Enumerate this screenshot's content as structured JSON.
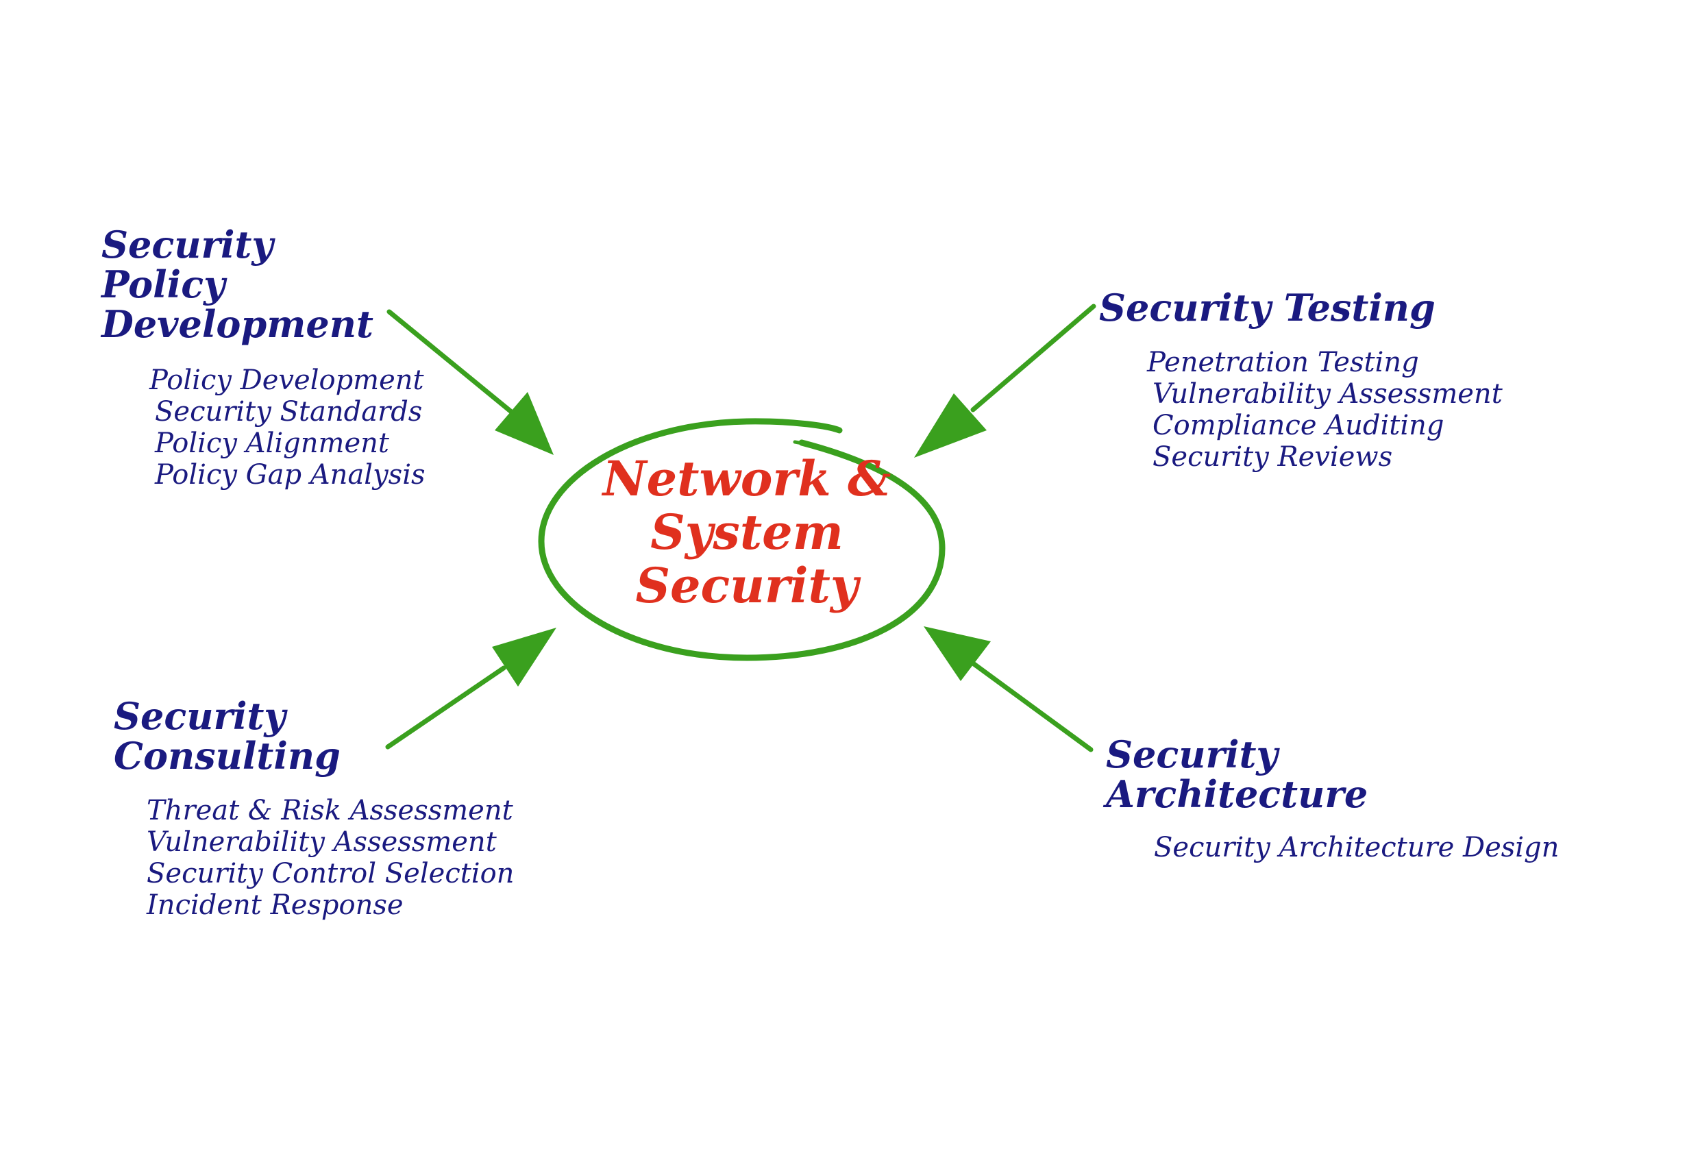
{
  "center": {
    "lines": [
      "Network &",
      "System",
      "Security"
    ]
  },
  "nodes": {
    "top_left": {
      "title_lines": [
        "Security",
        "Policy",
        "Development"
      ],
      "items": [
        "Policy Development",
        "Security Standards",
        "Policy Alignment",
        "Policy Gap Analysis"
      ]
    },
    "top_right": {
      "title_lines": [
        "Security Testing"
      ],
      "items": [
        "Penetration Testing",
        "Vulnerability Assessment",
        "Compliance Auditing",
        "Security Reviews"
      ]
    },
    "bottom_left": {
      "title_lines": [
        "Security",
        "Consulting"
      ],
      "items": [
        "Threat & Risk Assessment",
        "Vulnerability Assessment",
        "Security Control Selection",
        "Incident Response"
      ]
    },
    "bottom_right": {
      "title_lines": [
        "Security",
        "Architecture"
      ],
      "items": [
        "Security Architecture Design"
      ]
    }
  },
  "colors": {
    "text": "#1a1a80",
    "center_text": "#e0301e",
    "accent": "#3aa01e"
  }
}
